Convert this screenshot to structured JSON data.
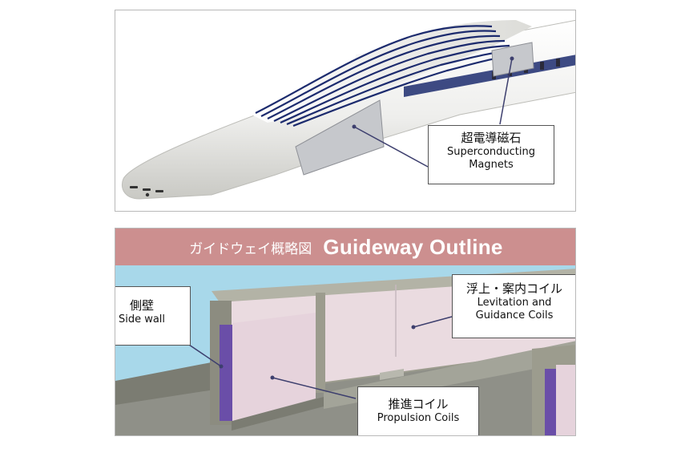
{
  "banner": {
    "jp": "ガイドウェイ概略図",
    "en": "Guideway Outline",
    "color": "#cc8f8f"
  },
  "labels": {
    "superconducting": {
      "jp": "超電導磁石",
      "en_line1": "Superconducting",
      "en_line2": "Magnets"
    },
    "side_wall": {
      "jp": "側壁",
      "en": "Side wall"
    },
    "levitation": {
      "jp": "浮上・案内コイル",
      "en_line1": "Levitation and",
      "en_line2": "Guidance Coils"
    },
    "propulsion": {
      "jp": "推進コイル",
      "en": "Propulsion Coils"
    }
  },
  "colors": {
    "sky": "#a8d8ea",
    "wall_gray": "#9c9c8e",
    "coil_pink": "#eadbe0",
    "coil_purple": "#6a4ea8",
    "train_body": "#f2f2f0",
    "train_stripes": "#1c2b6e"
  }
}
